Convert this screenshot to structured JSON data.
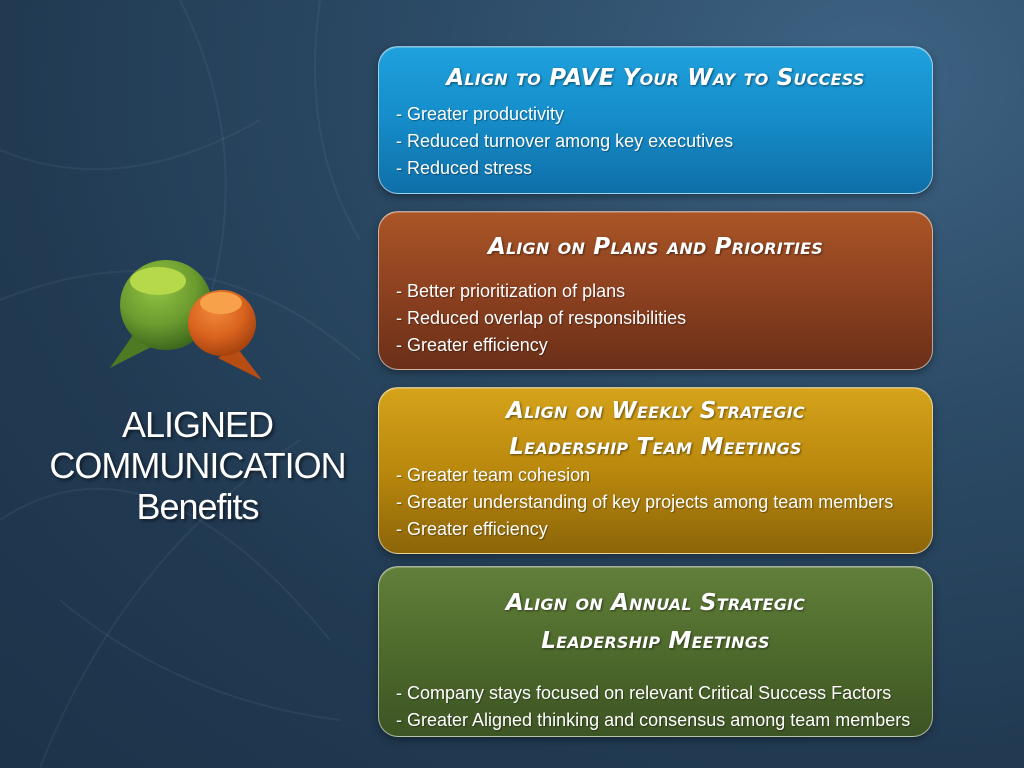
{
  "side_title": {
    "line1": "ALIGNED",
    "line2": "COMMUNICATION",
    "line3": "Benefits"
  },
  "icon": "speech-bubbles-icon",
  "colors": {
    "blue": "#168fcc",
    "brown": "#8d4120",
    "gold": "#b9880d",
    "green": "#4e6a2c"
  },
  "cards": [
    {
      "title_lines": [
        "Align to PAVE Your Way to Success"
      ],
      "items": [
        "- Greater productivity",
        "- Reduced turnover among key executives",
        "- Reduced stress"
      ]
    },
    {
      "title_lines": [
        "Align on Plans and Priorities"
      ],
      "items": [
        "- Better prioritization of plans",
        "- Reduced overlap of responsibilities",
        "- Greater efficiency"
      ]
    },
    {
      "title_lines": [
        "Align on Weekly Strategic",
        "Leadership Team Meetings"
      ],
      "items": [
        "- Greater team cohesion",
        "- Greater understanding of key projects among team members",
        "- Greater efficiency"
      ]
    },
    {
      "title_lines": [
        "Align on Annual  Strategic",
        "Leadership Meetings"
      ],
      "items": [
        "- Company stays focused on relevant Critical Success Factors",
        "- Greater Aligned thinking and consensus among team members"
      ]
    }
  ]
}
